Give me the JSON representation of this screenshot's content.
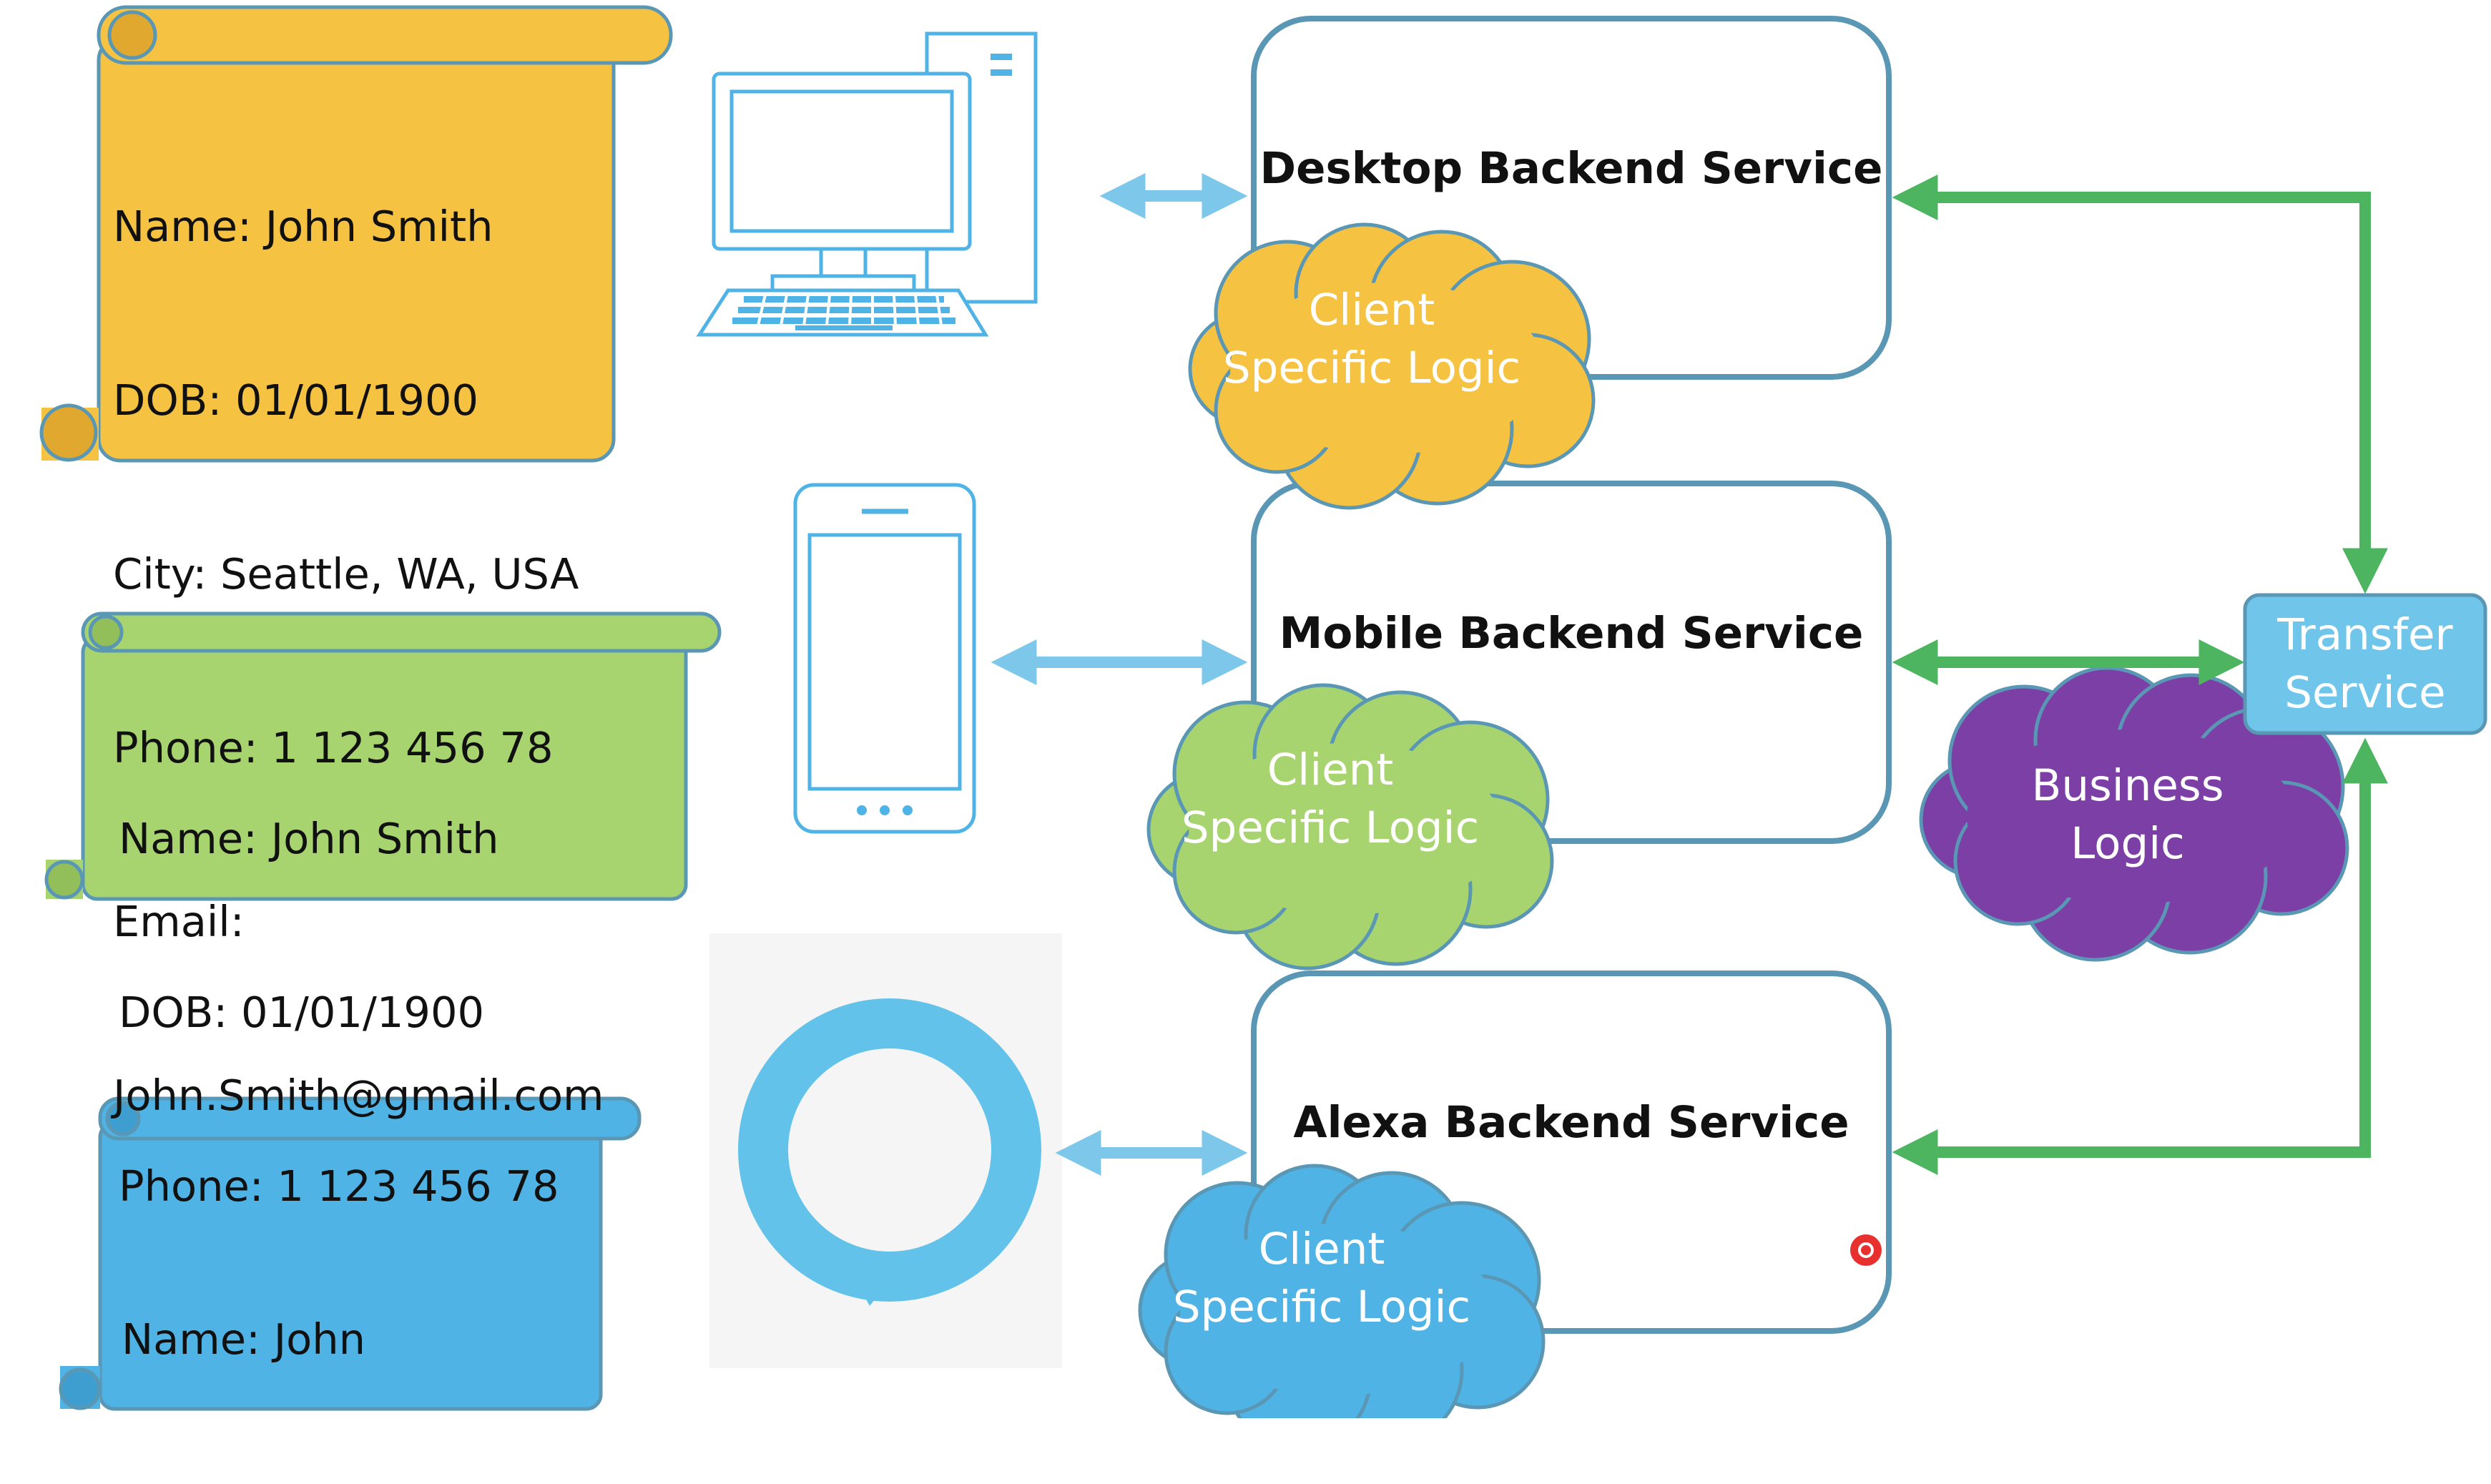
{
  "cards": [
    {
      "lines": [
        "Name: John Smith",
        "DOB: 01/01/1900",
        "City: Seattle, WA, USA",
        "Phone: 1 123 456 78",
        "Email:",
        "John.Smith@gmail.com"
      ],
      "color": "#F5C242"
    },
    {
      "lines": [
        "Name: John Smith",
        "DOB: 01/01/1900",
        "Phone: 1 123 456 78"
      ],
      "color": "#A8D46F"
    },
    {
      "lines": [
        "Name: John"
      ],
      "color": "#4FB3E5"
    }
  ],
  "devices": [
    {
      "icon": "desktop-computer-icon"
    },
    {
      "icon": "mobile-phone-icon"
    },
    {
      "icon": "alexa-ring-icon"
    }
  ],
  "services": [
    {
      "title": "Desktop Backend Service",
      "cloud": "Client Specific Logic",
      "cloud_color": "#F5C242"
    },
    {
      "title": "Mobile Backend Service",
      "cloud": "Client Specific Logic",
      "cloud_color": "#A8D46F"
    },
    {
      "title": "Alexa Backend Service",
      "cloud": "Client Specific Logic",
      "cloud_color": "#4FB3E5"
    }
  ],
  "transfer": {
    "label": "Transfer Service",
    "color": "#6FC6EA"
  },
  "business": {
    "label": "Business Logic",
    "color": "#7B3FA6"
  },
  "colors": {
    "box_border": "#5A97B5",
    "client_arrow": "#7CC7EA",
    "service_arrow": "#4DB560",
    "card_border": "#5A97B5"
  }
}
